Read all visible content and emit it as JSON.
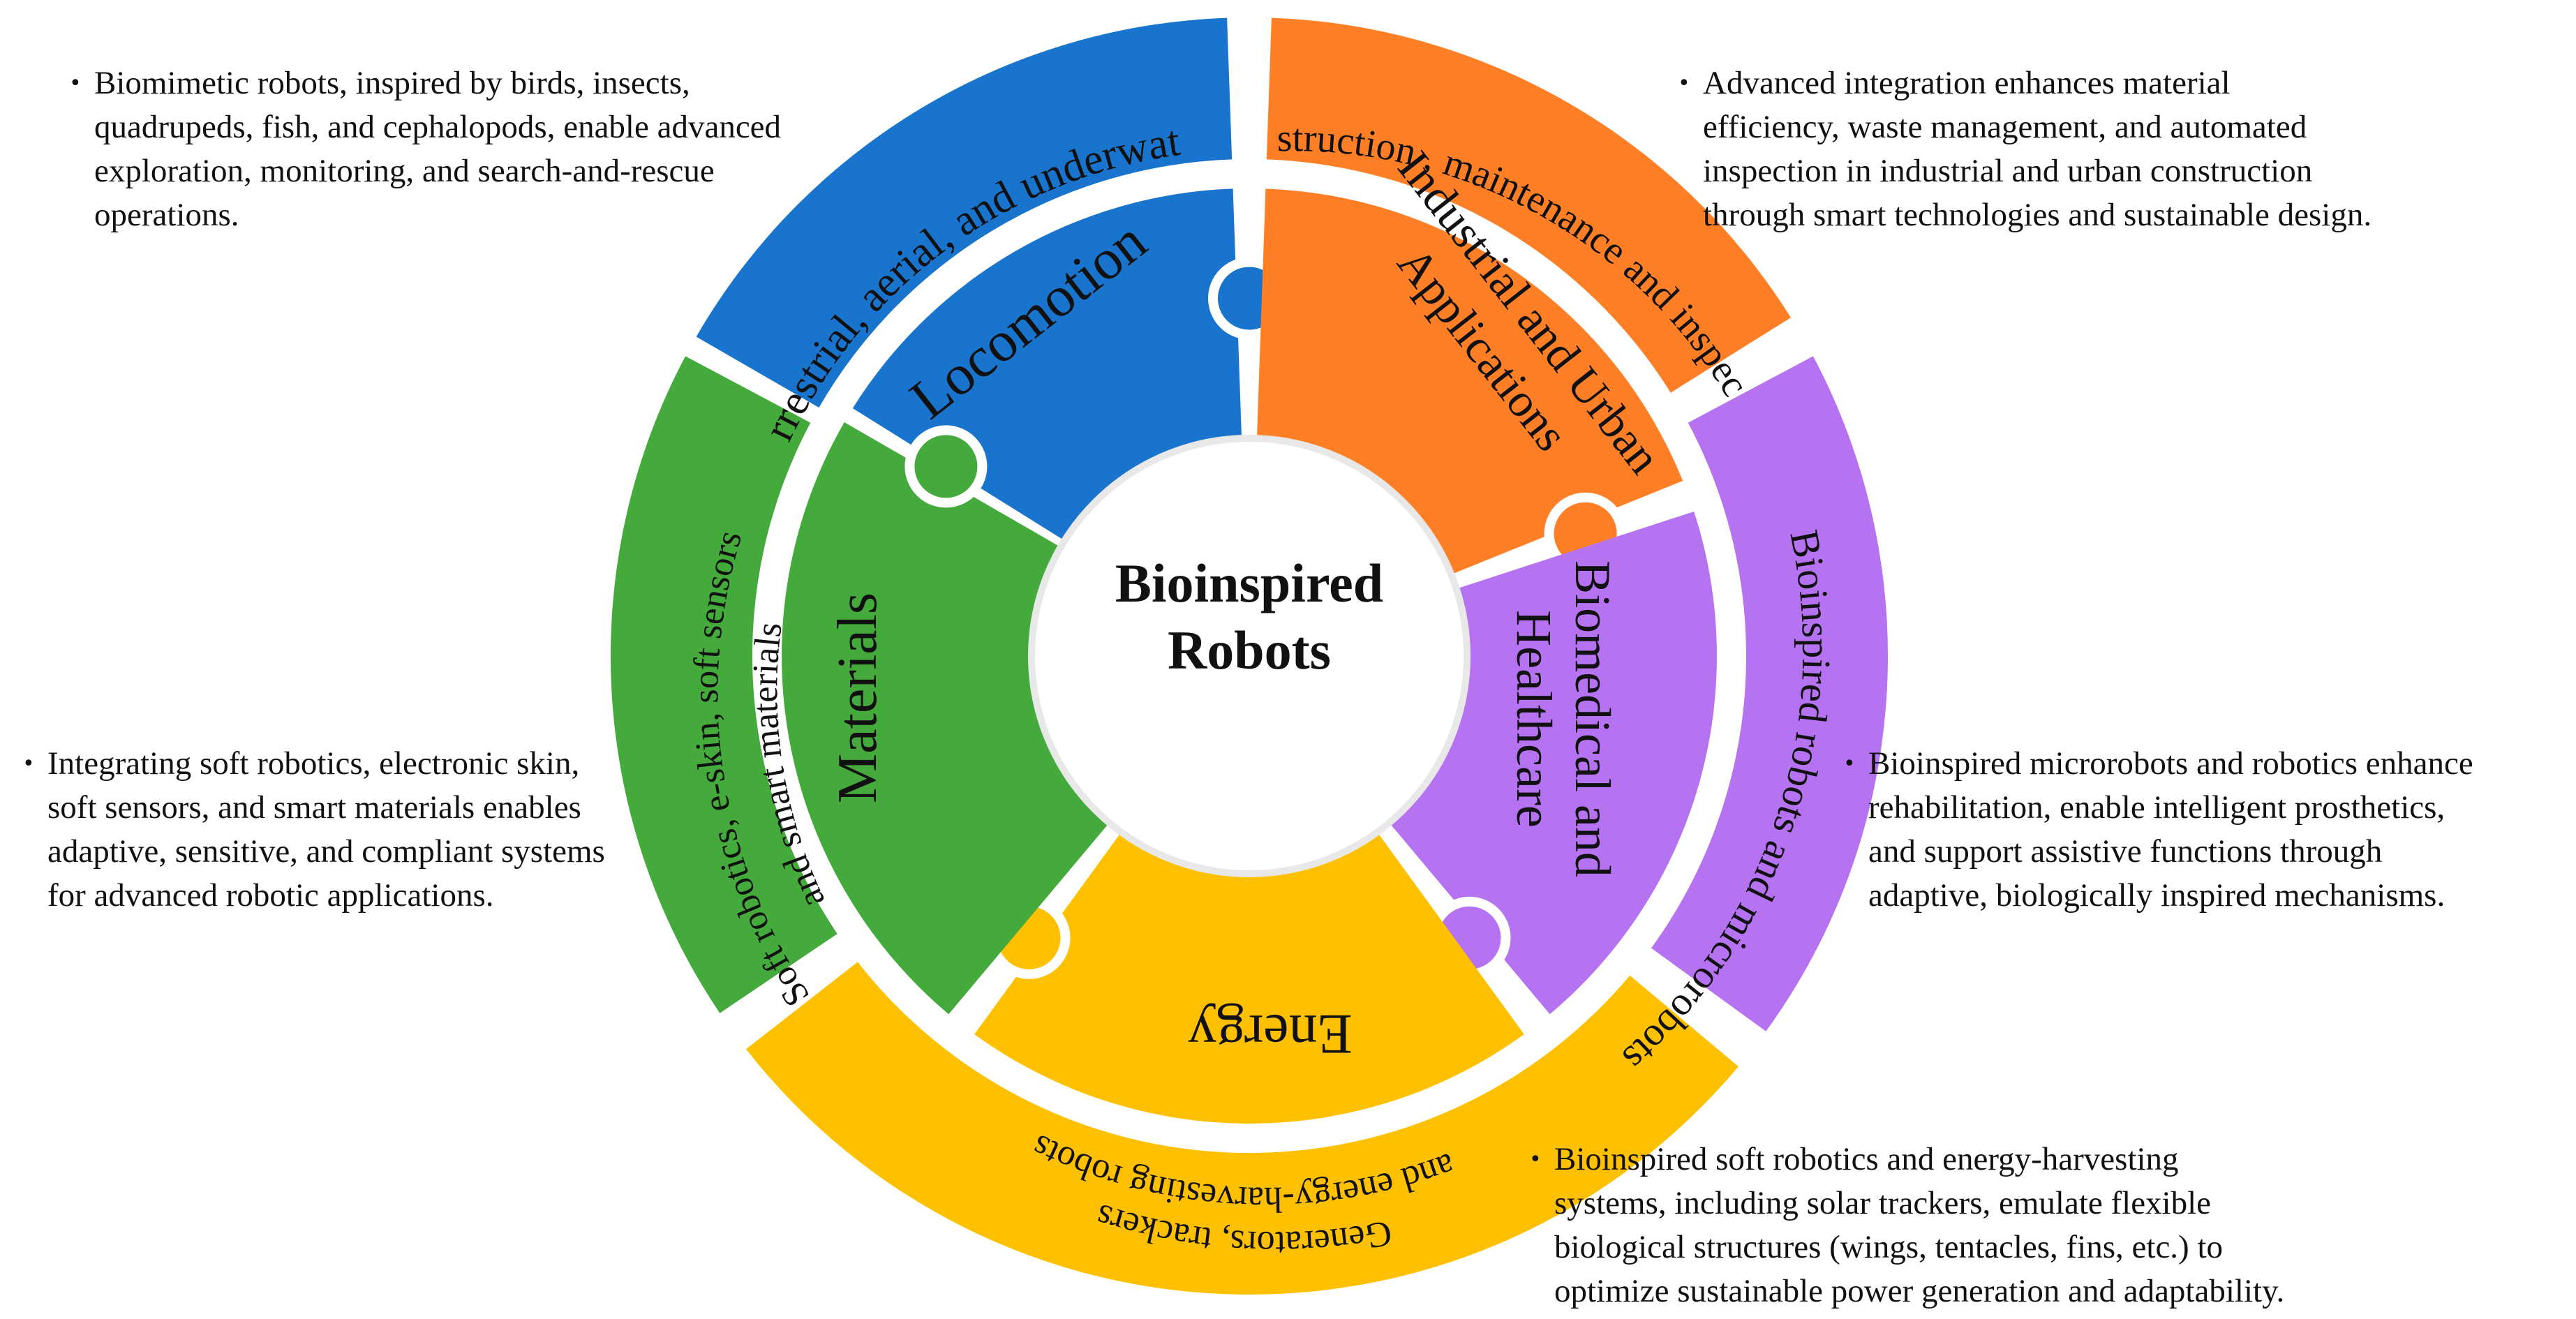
{
  "center": {
    "line1": "Bioinspired",
    "line2": "Robots"
  },
  "segments": [
    {
      "id": "locomotion",
      "label": "Locomotion",
      "arc_text": "Terrestrial, aerial, and underwater",
      "color": "#1874CD",
      "description": [
        "Biomimetic robots, inspired by birds, insects,",
        "quadrupeds, fish, and cephalopods, enable advanced",
        "exploration, monitoring, and search-and-rescue",
        "operations."
      ]
    },
    {
      "id": "industrial",
      "label_lines": [
        "Industrial and Urban",
        "Applications"
      ],
      "arc_text": "Construction , maintenance and inspection",
      "color": "#FF7F27",
      "description": [
        "Advanced integration enhances material",
        "efficiency, waste management, and automated",
        "inspection in industrial and urban construction",
        "through smart technologies and sustainable design."
      ]
    },
    {
      "id": "biomedical",
      "label_lines": [
        "Biomedical and",
        "Healthcare"
      ],
      "arc_text": "Bioinspired robots and microrobots",
      "color": "#B573F2",
      "description": [
        "Bioinspired microrobots and robotics enhance",
        "rehabilitation, enable intelligent prosthetics,",
        "and support assistive functions through",
        "adaptive, biologically inspired mechanisms."
      ]
    },
    {
      "id": "energy",
      "label": "Energy",
      "arc_text_lines": [
        "Generators, trackers",
        "and energy-harvesting robots"
      ],
      "color": "#FFC000",
      "description": [
        "Bioinspired soft robotics and energy-harvesting",
        "systems, including solar trackers, emulate flexible",
        "biological structures (wings, tentacles, fins, etc.) to",
        "optimize sustainable power generation and adaptability."
      ]
    },
    {
      "id": "materials",
      "label": "Materials",
      "arc_text_lines": [
        "Soft robotics, e-skin, soft sensors",
        "and smart materials"
      ],
      "color": "#44AA3C",
      "description": [
        "Integrating soft robotics, electronic skin,",
        "soft sensors, and smart materials enables",
        "adaptive, sensitive, and compliant systems",
        "for advanced robotic applications."
      ]
    }
  ]
}
